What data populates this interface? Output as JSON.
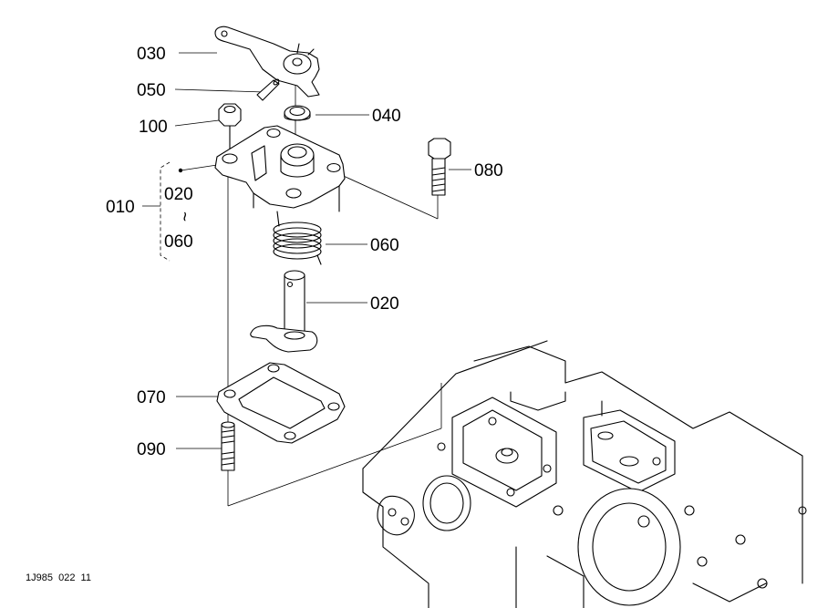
{
  "callouts": {
    "c030": "030",
    "c050": "050",
    "c100": "100",
    "c040": "040",
    "c080": "080",
    "c010": "010",
    "c020a": "020",
    "c060a": "060",
    "c060": "060",
    "c020": "020",
    "c070": "070",
    "c090": "090"
  },
  "group_range_tilde": "~",
  "drawing_code": "1J985  022  11"
}
